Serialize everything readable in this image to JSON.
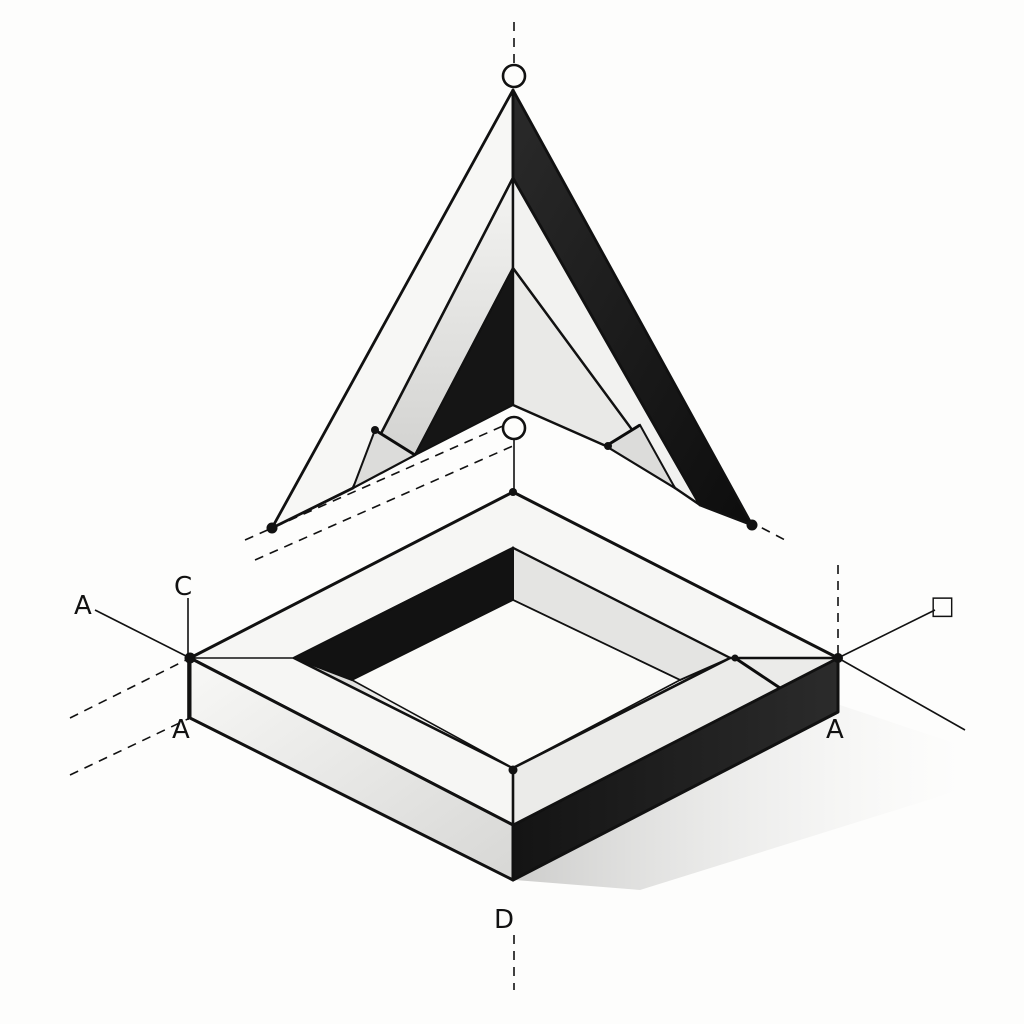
{
  "labels": {
    "top_left_a": "A",
    "top_left_c": "C",
    "bottom_left_a": "A",
    "right_a": "A",
    "right_square": "□",
    "bottom_d": "D"
  },
  "colors": {
    "ink": "#111111",
    "paper": "#fdfdfc",
    "light_face": "#f2f2f0",
    "mid_face": "#d8d8d6",
    "dark_face": "#1a1a1a"
  }
}
